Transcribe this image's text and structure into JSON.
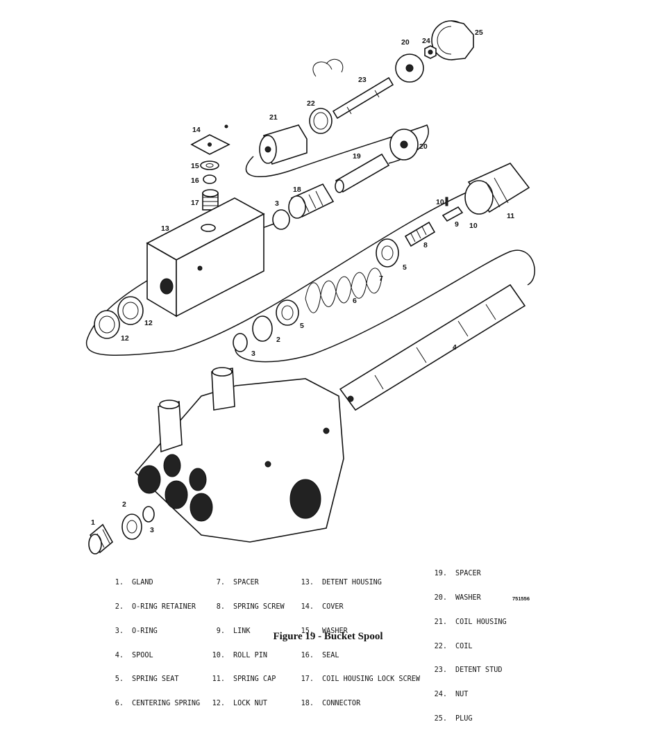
{
  "caption": "Figure 19 - Bucket Spool",
  "part_number": "751556",
  "legend": [
    [
      {
        "num": "1.",
        "name": "GLAND"
      },
      {
        "num": "2.",
        "name": "O-RING RETAINER"
      },
      {
        "num": "3.",
        "name": "O-RING"
      },
      {
        "num": "4.",
        "name": "SPOOL"
      },
      {
        "num": "5.",
        "name": "SPRING SEAT"
      },
      {
        "num": "6.",
        "name": "CENTERING SPRING"
      }
    ],
    [
      {
        "num": "7.",
        "name": "SPACER"
      },
      {
        "num": "8.",
        "name": "SPRING SCREW"
      },
      {
        "num": "9.",
        "name": "LINK"
      },
      {
        "num": "10.",
        "name": "ROLL PIN"
      },
      {
        "num": "11.",
        "name": "SPRING CAP"
      },
      {
        "num": "12.",
        "name": "LOCK NUT"
      }
    ],
    [
      {
        "num": "13.",
        "name": "DETENT HOUSING"
      },
      {
        "num": "14.",
        "name": "COVER"
      },
      {
        "num": "15.",
        "name": "WASHER"
      },
      {
        "num": "16.",
        "name": "SEAL"
      },
      {
        "num": "17.",
        "name": "COIL HOUSING LOCK SCREW"
      },
      {
        "num": "18.",
        "name": "CONNECTOR"
      }
    ],
    [
      {
        "num": "19.",
        "name": "SPACER"
      },
      {
        "num": "20.",
        "name": "WASHER"
      },
      {
        "num": "21.",
        "name": "COIL HOUSING"
      },
      {
        "num": "22.",
        "name": "COIL"
      },
      {
        "num": "23.",
        "name": "DETENT STUD"
      },
      {
        "num": "24.",
        "name": "NUT"
      },
      {
        "num": "25.",
        "name": "PLUG"
      }
    ]
  ],
  "callouts": {
    "c1": "1",
    "c2a": "2",
    "c2b": "2",
    "c3a": "3",
    "c3b": "3",
    "c3c": "3",
    "c4": "4",
    "c5a": "5",
    "c5b": "5",
    "c6": "6",
    "c7": "7",
    "c8": "8",
    "c9": "9",
    "c10a": "10",
    "c10b": "10",
    "c11": "11",
    "c12a": "12",
    "c12b": "12",
    "c13": "13",
    "c14": "14",
    "c15": "15",
    "c16": "16",
    "c17": "17",
    "c18": "18",
    "c19": "19",
    "c20a": "20",
    "c20b": "20",
    "c21": "21",
    "c22": "22",
    "c23": "23",
    "c24": "24",
    "c25": "25"
  }
}
